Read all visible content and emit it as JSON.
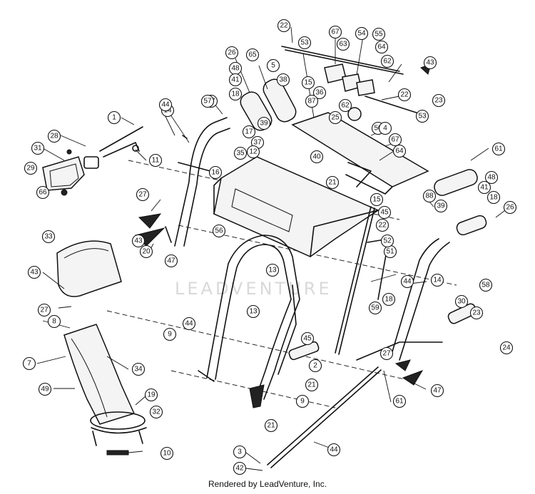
{
  "watermark_text": "LEADVENTURE",
  "footer_text": "Rendered by LeadVenture, Inc.",
  "callouts": [
    "22",
    "67",
    "53",
    "63",
    "54",
    "55",
    "64",
    "62",
    "57",
    "43",
    "26",
    "5",
    "65",
    "48",
    "38",
    "41",
    "18",
    "15",
    "36",
    "87",
    "62",
    "22",
    "23",
    "53",
    "25",
    "50",
    "4",
    "67",
    "64",
    "39",
    "17",
    "37",
    "12",
    "40",
    "35",
    "21",
    "15",
    "45",
    "61",
    "48",
    "41",
    "18",
    "39",
    "26",
    "88",
    "1",
    "14",
    "44",
    "57",
    "28",
    "31",
    "11",
    "29",
    "66",
    "16",
    "27",
    "20",
    "43",
    "33",
    "47",
    "43",
    "27",
    "8",
    "7",
    "49",
    "34",
    "19",
    "32",
    "10",
    "56",
    "13",
    "13",
    "44",
    "9",
    "9",
    "21",
    "45",
    "2",
    "21",
    "44",
    "3",
    "42",
    "22",
    "51",
    "52",
    "59",
    "18",
    "44",
    "14",
    "58",
    "30",
    "23",
    "24",
    "47",
    "27",
    "61",
    "50"
  ]
}
